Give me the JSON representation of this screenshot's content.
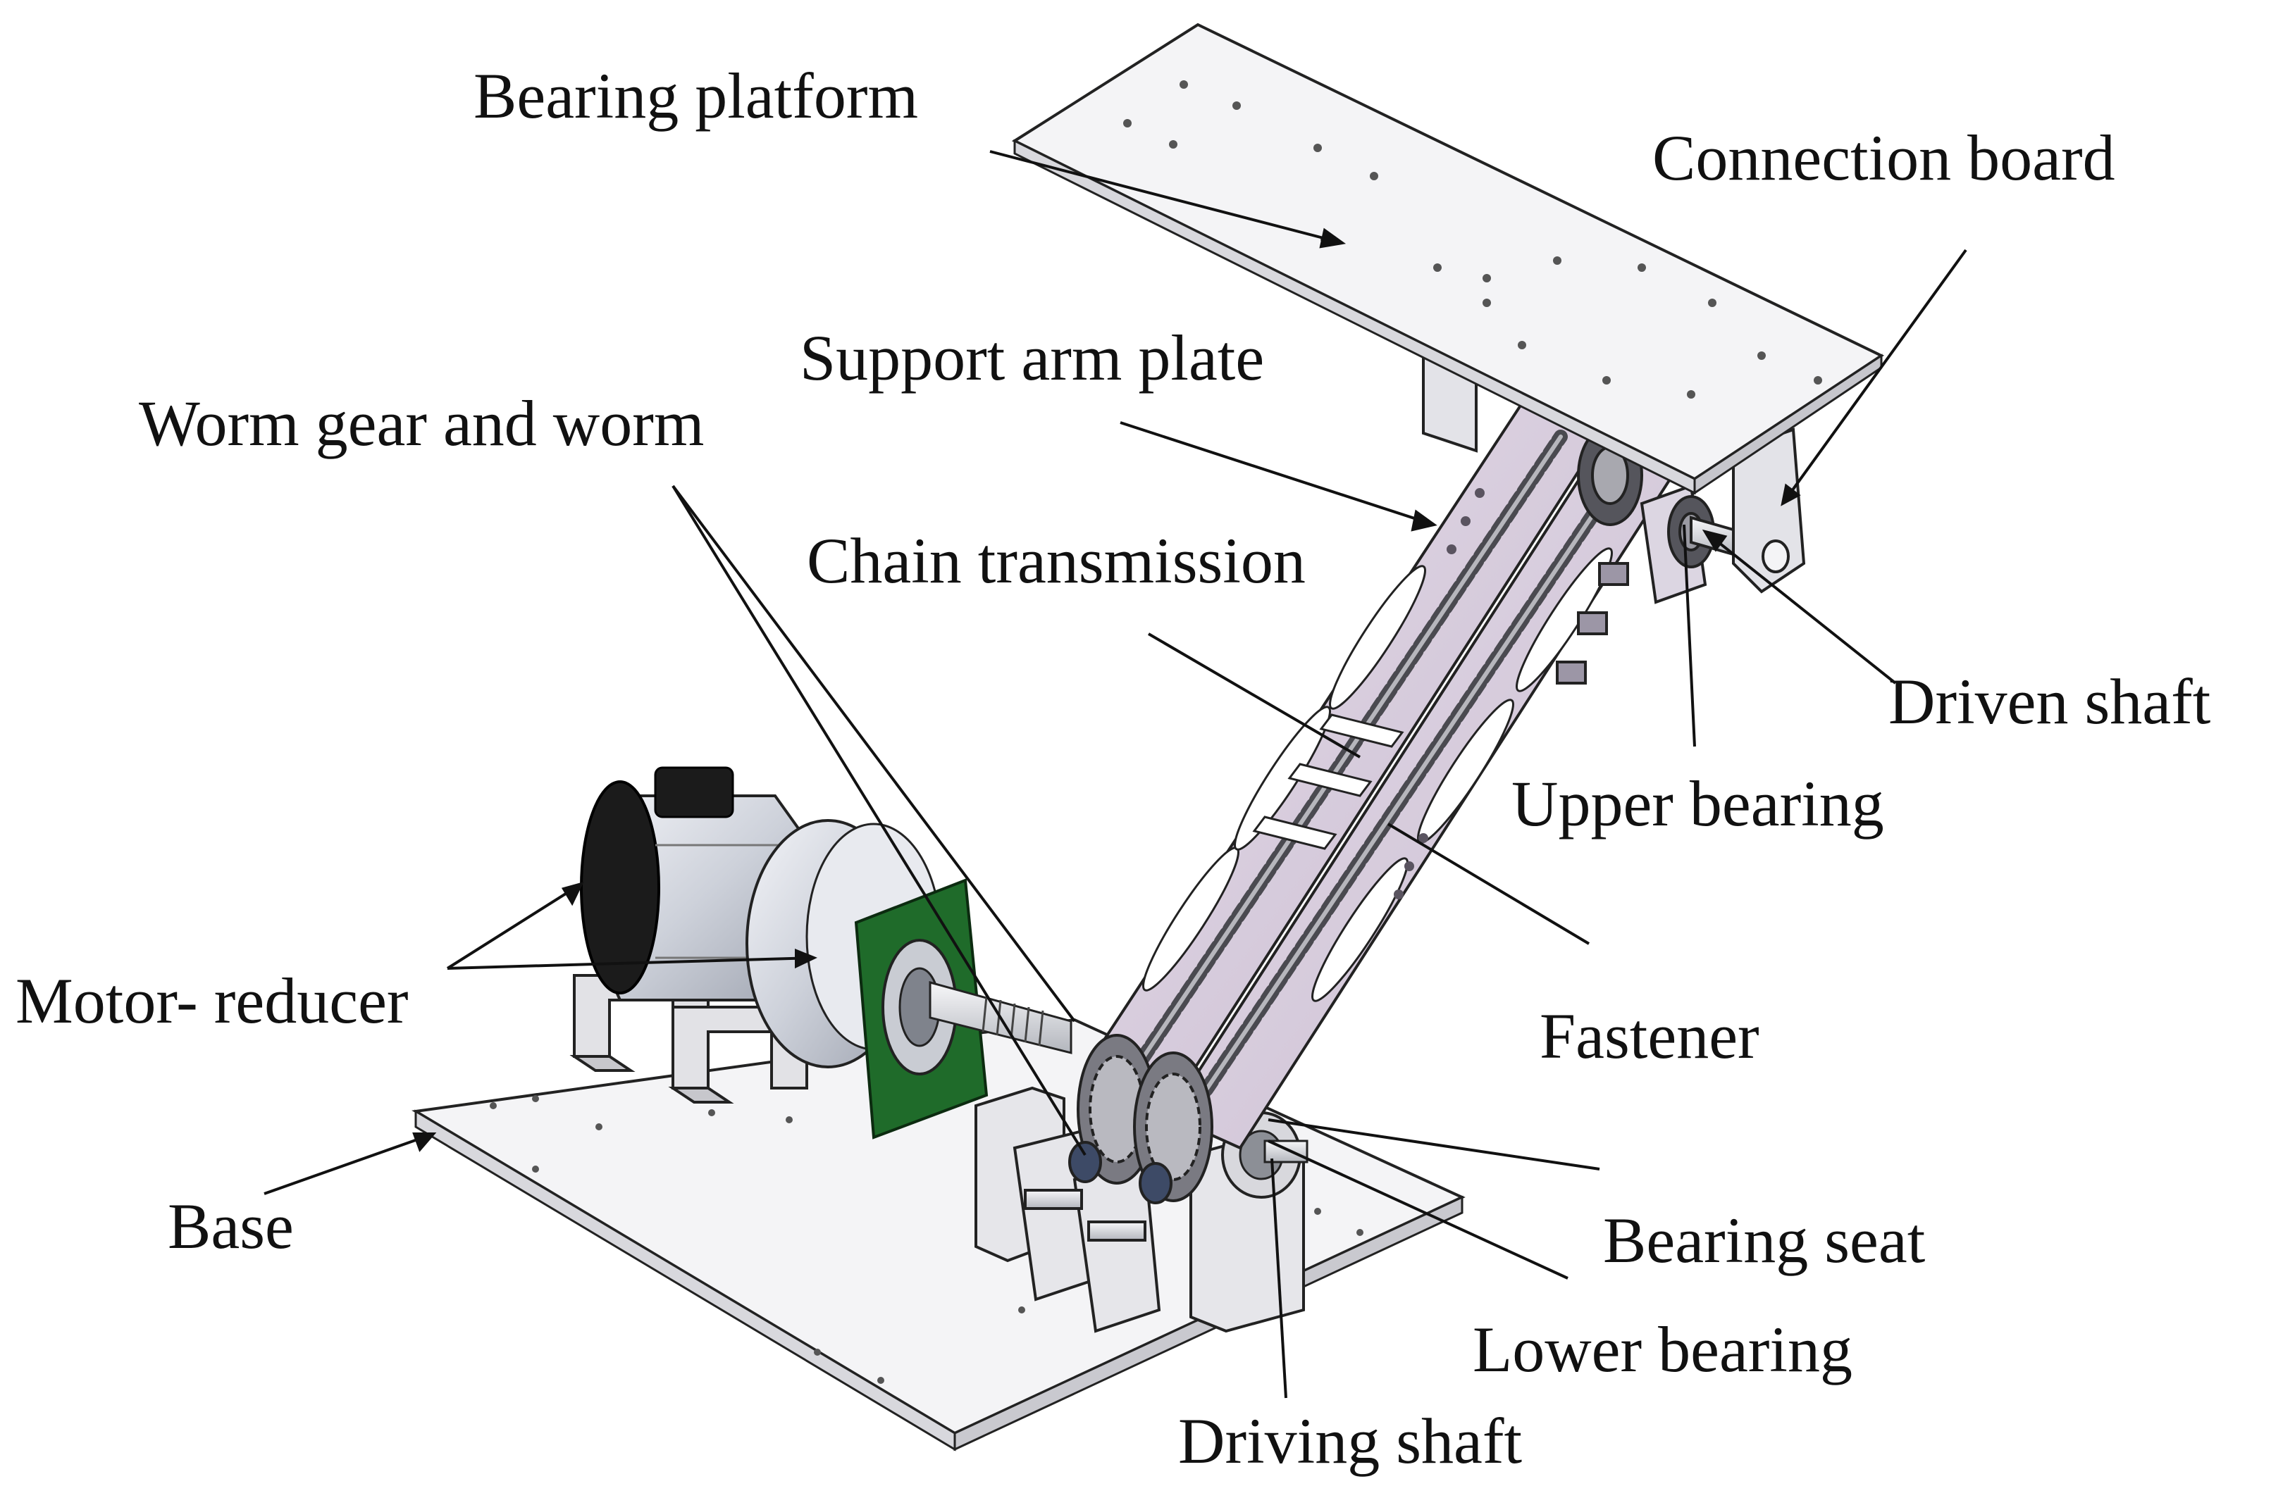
{
  "labels": {
    "bearing_platform": "Bearing platform",
    "connection_board": "Connection board",
    "support_arm_plate": "Support arm plate",
    "worm_gear_and_worm": "Worm gear and worm",
    "chain_transmission": "Chain transmission",
    "driven_shaft": "Driven shaft",
    "upper_bearing": "Upper bearing",
    "motor_reducer": "Motor- reducer",
    "fastener": "Fastener",
    "base": "Base",
    "bearing_seat": "Bearing seat",
    "lower_bearing": "Lower bearing",
    "driving_shaft": "Driving shaft"
  },
  "colors": {
    "plate": "#f4f4f6",
    "arm": "#d9cfe0",
    "motor_housing": "#dcdfe6",
    "flange": "#1f6b2a",
    "motor_cap": "#1b1b1b",
    "chain": "#6f6f74",
    "outline": "#222222"
  }
}
